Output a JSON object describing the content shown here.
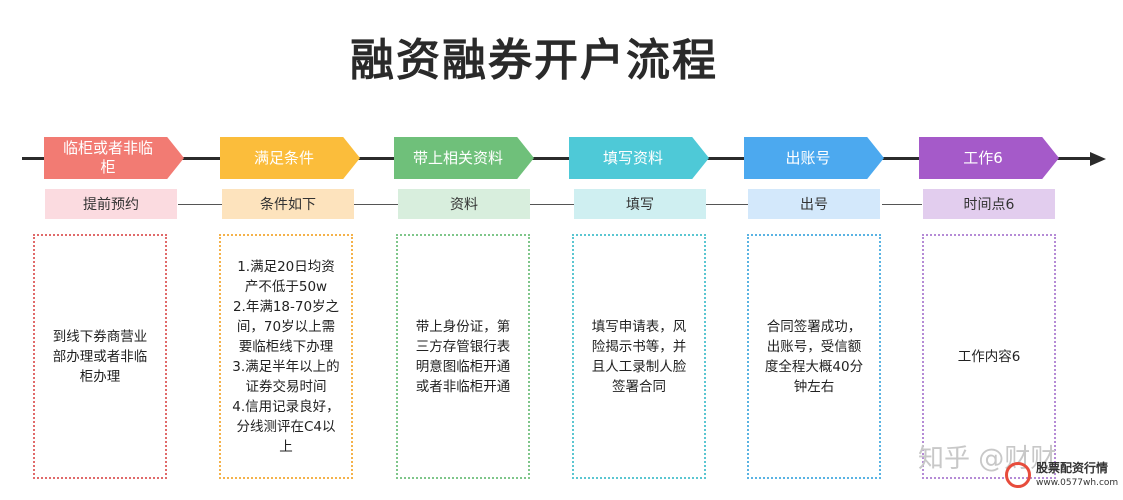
{
  "title": "融资融券开户流程",
  "colors": {
    "step1": "#f27b73",
    "step2": "#fbbd3b",
    "step3": "#6fc07a",
    "step4": "#4ec9d7",
    "step5": "#4ca9ef",
    "step6": "#a55ac9",
    "tag1": "#fbdbe0",
    "tag2": "#fde3bd",
    "tag3": "#d8eedd",
    "tag4": "#cfeff1",
    "tag5": "#d3e8fb",
    "tag6": "#e2cdee",
    "border1": "#e06a6a",
    "border2": "#f4b24b",
    "border3": "#7fc68a",
    "border4": "#5bc6d1",
    "border5": "#5ab3e3",
    "border6": "#b58bd6"
  },
  "steps": [
    {
      "label": "临柜或者非临\n柜",
      "tag": "提前预约",
      "detail": "到线下券商营业\n部办理或者非临\n柜办理"
    },
    {
      "label": "满足条件",
      "tag": "条件如下",
      "detail": "1.满足20日均资\n产不低于50w\n2.年满18-70岁之\n间，70岁以上需\n要临柜线下办理\n3.满足半年以上的\n证券交易时间\n4.信用记录良好，\n分线测评在C4以\n上"
    },
    {
      "label": "带上相关资料",
      "tag": "资料",
      "detail": "带上身份证，第\n三方存管银行表\n明意图临柜开通\n或者非临柜开通"
    },
    {
      "label": "填写资料",
      "tag": "填写",
      "detail": "填写申请表，风\n险揭示书等，并\n且人工录制人脸\n签署合同"
    },
    {
      "label": "出账号",
      "tag": "出号",
      "detail": "合同签署成功，\n出账号，受信额\n度全程大概40分\n钟左右"
    },
    {
      "label": "工作6",
      "tag": "时间点6",
      "detail": "工作内容6"
    }
  ],
  "watermark": "知乎 @财财",
  "logo": {
    "text": "股票配资行情",
    "url": "www.0577wh.com"
  }
}
